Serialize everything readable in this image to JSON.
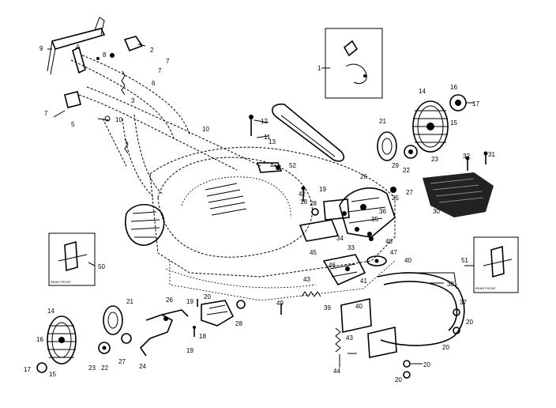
{
  "diagram": {
    "part_numbers": [
      "1",
      "2",
      "3",
      "4",
      "5",
      "6",
      "7",
      "7",
      "7",
      "8",
      "9",
      "10",
      "10",
      "11",
      "12",
      "13",
      "14",
      "14",
      "15",
      "15",
      "16",
      "16",
      "17",
      "17",
      "18",
      "18",
      "19",
      "19",
      "19",
      "20",
      "20",
      "20",
      "20",
      "20",
      "21",
      "21",
      "22",
      "22",
      "23",
      "23",
      "24",
      "25",
      "26",
      "26",
      "27",
      "27",
      "28",
      "28",
      "29",
      "30",
      "31",
      "32",
      "33",
      "34",
      "35",
      "36",
      "37",
      "38",
      "39",
      "40",
      "40",
      "41",
      "42",
      "43",
      "43",
      "44",
      "45",
      "46",
      "47",
      "48",
      "49",
      "50",
      "51",
      "52"
    ],
    "inset_captions": {
      "inset_50": "REAR FRONT",
      "inset_51": "REAR FRONT"
    }
  }
}
